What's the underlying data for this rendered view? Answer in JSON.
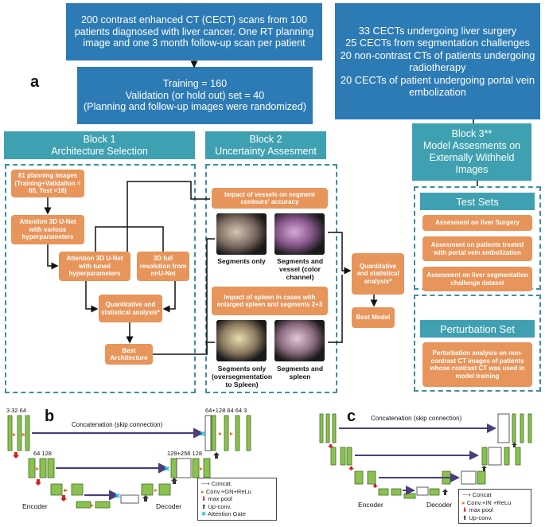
{
  "panel_a_label": "a",
  "panel_b_label": "b",
  "panel_c_label": "c",
  "top_box": "200 contrast enhanced CT (CECT) scans from 100 patients diagnosed with liver cancer. One RT planning image and one 3 month follow-up scan per patient",
  "split_box": "Training  = 160\nValidation (or hold out) set = 40\n(Planning and follow-up images were randomized)",
  "external_box": "33 CECTs undergoing liver surgery\n25 CECTs from segmentation challenges\n20 non-contrast CTs of patients undergoing radiotherapy\n20 CECTs of patient undergoing portal vein embolization",
  "block1": {
    "title": "Block 1\nArchitecture Selection",
    "planning": "81 planning images (Training+Validation = 65, Test =16)",
    "attention_various": "Attention 3D U-Net with various hyperparameters",
    "attention_tuned": "Attention 3D U-Net with tuned hyperparameters",
    "full_res": "3D full resolution from nnU-Net",
    "quant": "Quantitative and statistical analysis*",
    "best_arch": "Best Architecture"
  },
  "block2": {
    "title": "Block 2\nUncertainty Assesment",
    "vessels": "Impact of vessels on segment contours' accuracy",
    "seg_only": "Segments only",
    "seg_vessel": "Segments and vessel (color channel)",
    "spleen": "Impact of spleen in cases with enlarged spleen and segments 2+3",
    "seg_only_over": "Segments only (oversegmentation to Spleen)",
    "seg_spleen": "Segments and spleen",
    "quant": "Quantitative and statistical analysis*",
    "best_model": "Best Model"
  },
  "block3": {
    "title": "Block 3**\nModel Assesments on Externally Withheld Images",
    "test_sets": "Test Sets",
    "liver_surgery": "Assesment on liver Surgery",
    "portal": "Assesment on patients treated with portal vein embolization",
    "challenge": "Assesment on liver segmentation challenge dataset",
    "perturb_title": "Perturbation Set",
    "perturb_text": "Perturbation analysis on non-contrast CT images of patients whose contrast CT was used in model training"
  },
  "net_b": {
    "ch_top_left": "3  32 64",
    "ch_64_128": "64   128",
    "ch_top_right": "64+128  64  64   3",
    "ch_mid_right": "128+256  128",
    "skip": "Concatenation (skip connection)",
    "encoder": "Encoder",
    "decoder": "Decoder",
    "legend": [
      "Concat.",
      "Conv.+GN+ReLu",
      "max pool",
      "Up-conv.",
      "Attention Gate"
    ]
  },
  "net_c": {
    "skip": "Concatenation (skip connection)",
    "encoder": "Encoder",
    "decoder": "Decoder",
    "legend": [
      "Concat",
      "Conv.+IN +ReLu",
      "max pool",
      "Up-conv."
    ]
  },
  "colors": {
    "blue": "#2d7bb5",
    "teal": "#3fa0b1",
    "orange": "#e7955b",
    "green_block": "#8cc152",
    "arrow_purple": "#4a3d7a",
    "attention_cyan": "#22c5e6"
  }
}
